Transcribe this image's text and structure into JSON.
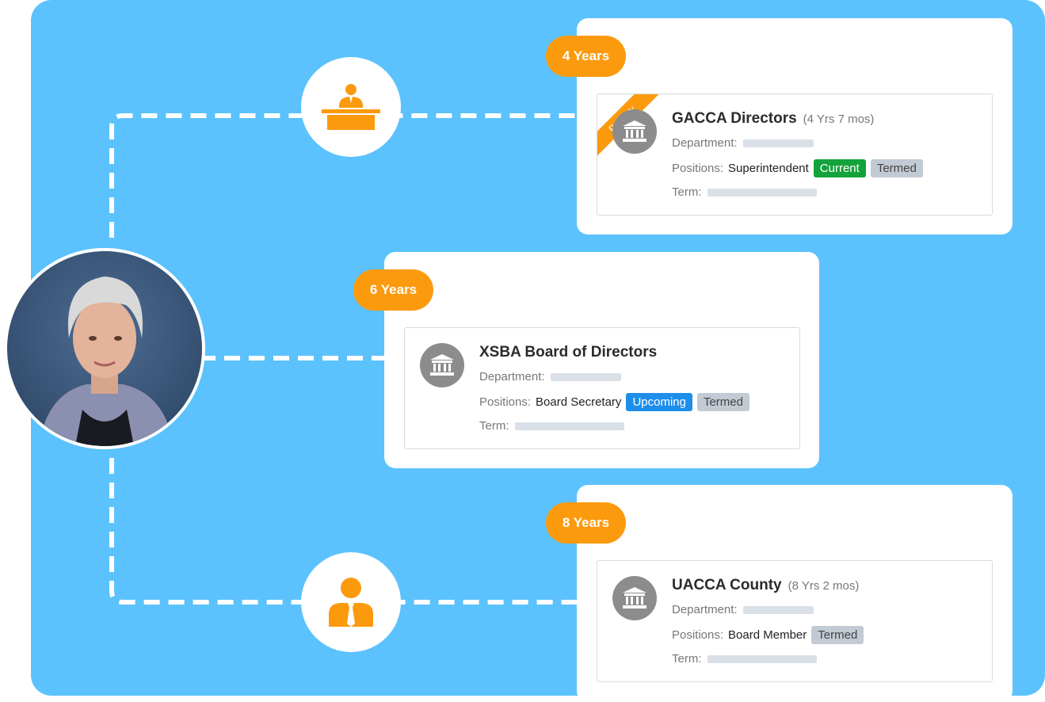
{
  "user": {
    "avatar_alt": "profile photo"
  },
  "timeline": {
    "accent_color": "#fc9a0e",
    "background_color": "#5bc2fd",
    "items": [
      {
        "duration_pill": "4 Years",
        "org_name": "GACCA Directors",
        "org_duration": "(4 Yrs 7 mos)",
        "primary_ribbon": "Primary",
        "department_label": "Department:",
        "positions_label": "Positions:",
        "position_value": "Superintendent",
        "status_tag": "Current",
        "termed_tag": "Termed",
        "term_label": "Term:",
        "role_icon": "podium-speaker-icon"
      },
      {
        "duration_pill": "6 Years",
        "org_name": "XSBA Board of Directors",
        "department_label": "Department:",
        "positions_label": "Positions:",
        "position_value": "Board Secretary",
        "status_tag": "Upcoming",
        "termed_tag": "Termed",
        "term_label": "Term:"
      },
      {
        "duration_pill": "8 Years",
        "org_name": "UACCA County",
        "org_duration": "(8 Yrs 2 mos)",
        "department_label": "Department:",
        "positions_label": "Positions:",
        "position_value": "Board Member",
        "termed_tag": "Termed",
        "term_label": "Term:",
        "role_icon": "person-tie-icon"
      }
    ]
  }
}
